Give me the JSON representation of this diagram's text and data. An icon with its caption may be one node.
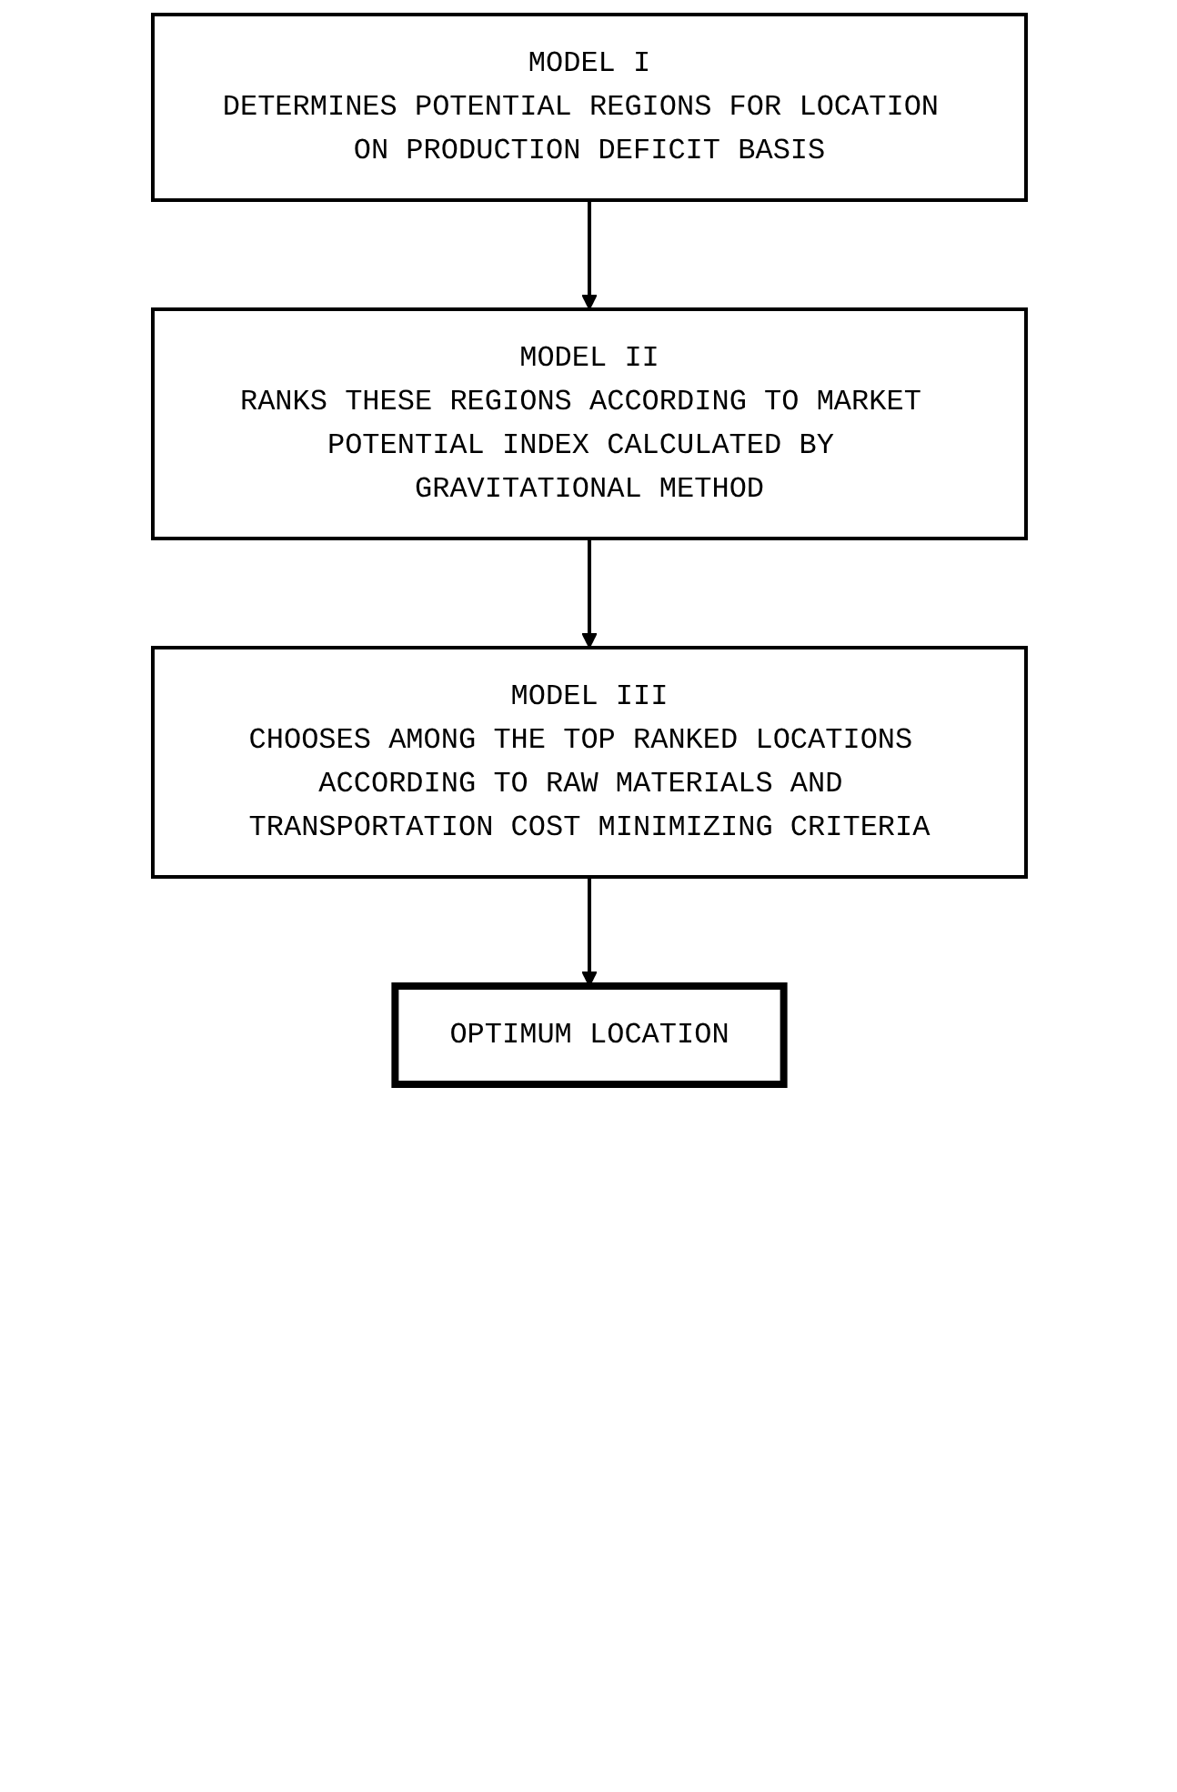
{
  "diagram": {
    "nodes": [
      {
        "text": [
          "MODEL I",
          "DETERMINES POTENTIAL REGIONS FOR LOCATION ON PRODUCTION DEFICIT BASIS"
        ]
      },
      {
        "text": [
          "MODEL II",
          "RANKS THESE REGIONS ACCORDING TO MARKET POTENTIAL INDEX CALCULATED BY GRAVITATIONAL METHOD"
        ]
      },
      {
        "text": [
          "MODEL III",
          "CHOOSES AMONG THE TOP RANKED LOCATIONS ACCORDING TO RAW MATERIALS AND TRANSPORTATION COST MINIMIZING CRITERIA"
        ]
      },
      {
        "text": [
          "OPTIMUM LOCATION"
        ]
      }
    ],
    "edges": [
      {
        "from": 0,
        "to": 1,
        "arrow": "to"
      },
      {
        "from": 1,
        "to": 2,
        "arrow": "to"
      },
      {
        "from": 2,
        "to": 3,
        "arrow": "to"
      }
    ]
  }
}
